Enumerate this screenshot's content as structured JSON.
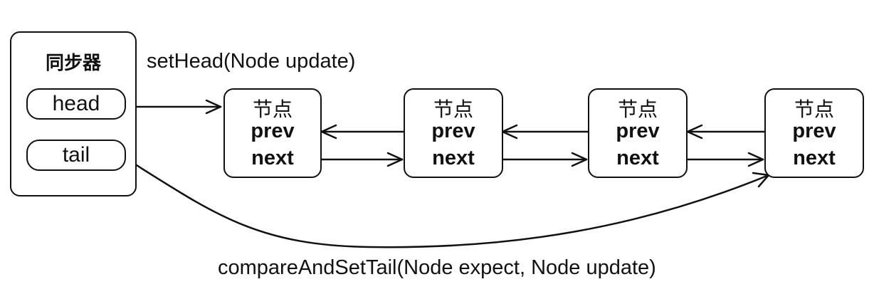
{
  "sync": {
    "title": "同步器",
    "head": "head",
    "tail": "tail"
  },
  "labels": {
    "set_head": "setHead(Node update)",
    "cas_tail": "compareAndSetTail(Node expect, Node update)"
  },
  "nodes": [
    {
      "title": "节点",
      "prev": "prev",
      "next": "next"
    },
    {
      "title": "节点",
      "prev": "prev",
      "next": "next"
    },
    {
      "title": "节点",
      "prev": "prev",
      "next": "next"
    },
    {
      "title": "节点",
      "prev": "prev",
      "next": "next"
    }
  ]
}
